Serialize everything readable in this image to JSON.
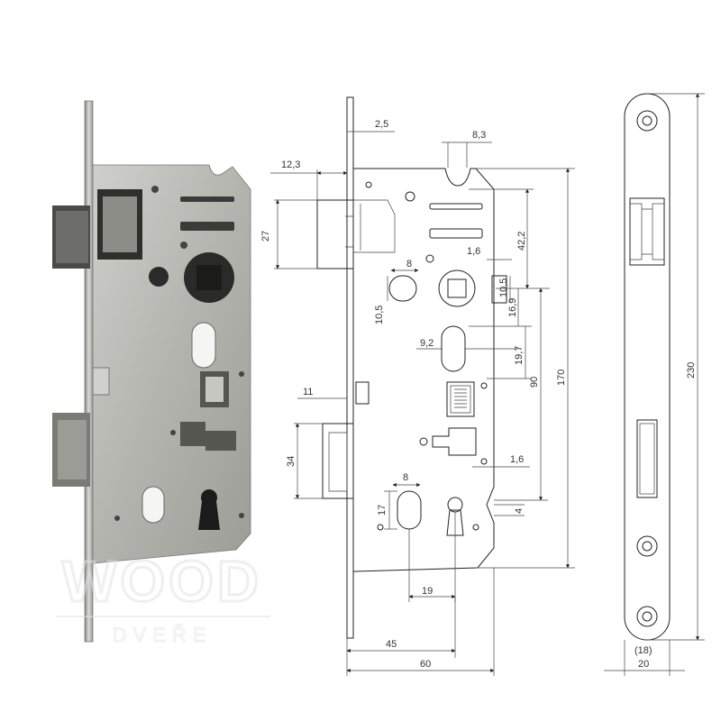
{
  "watermark": {
    "brand": "WOOD",
    "sub": "DVEŘE"
  },
  "dimensions": {
    "d2_5": "2,5",
    "d8_3": "8,3",
    "d12_3": "12,3",
    "d27": "27",
    "d42_2": "42,2",
    "d1_6_top": "1,6",
    "d8_top": "8",
    "d10_5_left": "10,5",
    "d10_5_right": "10,5",
    "d16_9": "16,9",
    "d9_2": "9,2",
    "d19_7": "19,7",
    "d90": "90",
    "d170": "170",
    "d11": "11",
    "d34": "34",
    "d1_6_bottom": "1,6",
    "d8_bottom": "8",
    "d17": "17",
    "d4": "4",
    "d19": "19",
    "d45": "45",
    "d60": "60",
    "d230": "230",
    "d18": "(18)",
    "d20": "20"
  },
  "colors": {
    "photo_body": "#b8b9b4",
    "photo_dark": "#3a3a38",
    "line": "#222222"
  }
}
